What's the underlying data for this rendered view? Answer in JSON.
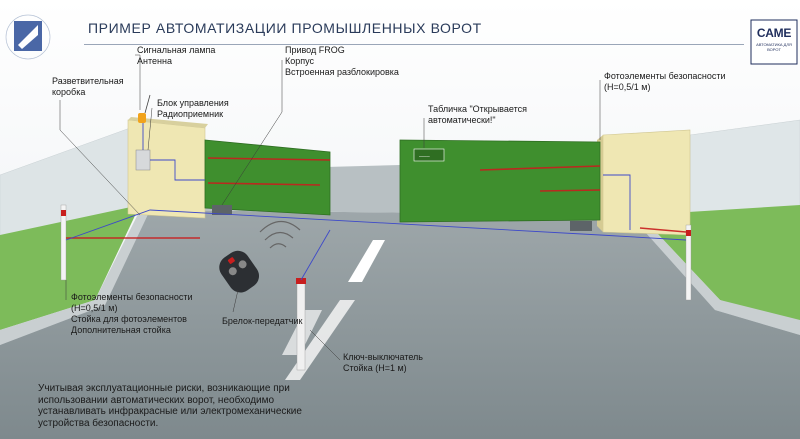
{
  "title": "ПРИМЕР АВТОМАТИЗАЦИИ ПРОМЫШЛЕННЫХ ВОРОТ",
  "brand": {
    "name": "CAME",
    "tagline": "АВТОМАТИКА ДЛЯ ВОРОТ",
    "color": "#1f2d5c"
  },
  "labels": {
    "junction_box": [
      "Разветвительная",
      "коробка"
    ],
    "lamp_antenna": [
      "Сигнальная лампа",
      "Антенна"
    ],
    "drive": [
      "Привод FROG",
      "Корпус",
      "Встроенная разблокировка"
    ],
    "control_unit": [
      "Блок управления",
      "Радиоприемник"
    ],
    "sign": [
      "Табличка \"Открывается",
      "автоматически!\""
    ],
    "photocells_right": [
      "Фотоэлементы безопасности",
      "(Н=0,5/1 м)"
    ],
    "photocells_left": [
      "Фотоэлементы безопасности",
      "(Н=0,5/1 м)",
      "Стойка для фотоэлементов",
      "Дополнительная стойка"
    ],
    "remote": [
      "Брелок-передатчик"
    ],
    "key_switch": [
      "Ключ-выключатель",
      "Стойка (Н=1 м)"
    ]
  },
  "note": [
    "Учитывая эксплуатационные  риски, возникающие при",
    "использовании автоматических ворот, необходимо",
    "устанавливать инфракрасные или электромеханические",
    "устройства безопасности."
  ],
  "colors": {
    "gate": "#3f8f2e",
    "gate_dark": "#2f6e22",
    "pillar": "#efe7b3",
    "road": "#8a9498",
    "grass": "#7dbb5a",
    "beam": "#c81e1e",
    "wire": "#3d49c9",
    "title": "#2a3b5a"
  }
}
